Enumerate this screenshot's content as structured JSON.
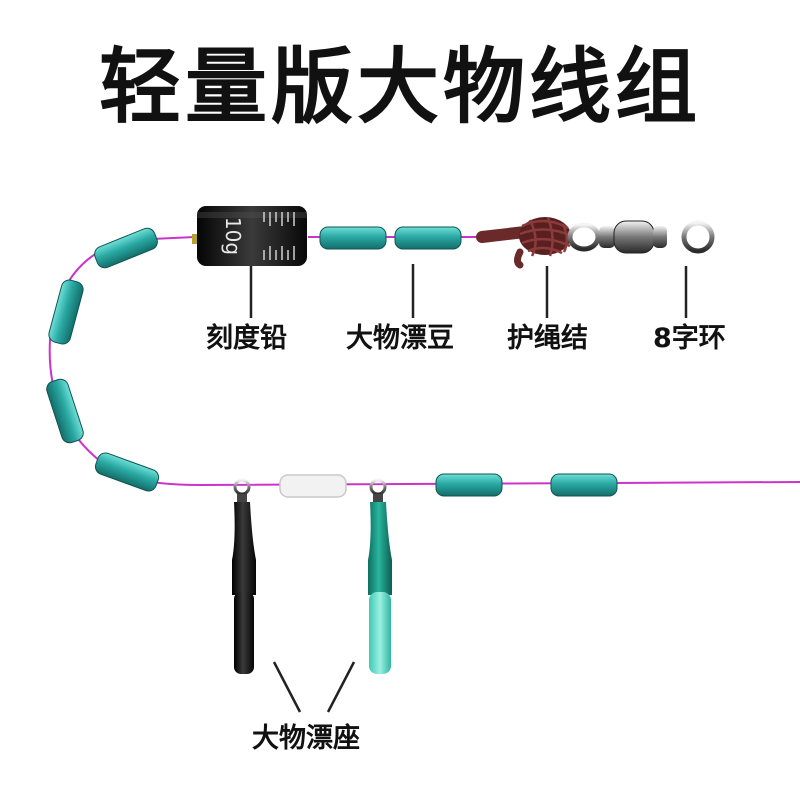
{
  "title": "轻量版大物线组",
  "weight_label": "10g",
  "labels": {
    "sinker": "刻度铅",
    "float_beads": "大物漂豆",
    "rope_knot": "护绳结",
    "swivel": "8字环",
    "float_seat": "大物漂座"
  },
  "colors": {
    "line": "#cc33cc",
    "bead": "#2aa9a3",
    "knot": "#6b2a2a",
    "sinker": "#1a1a1a",
    "seat_black": "#1a1a1a",
    "seat_teal": "#1f9a86"
  }
}
